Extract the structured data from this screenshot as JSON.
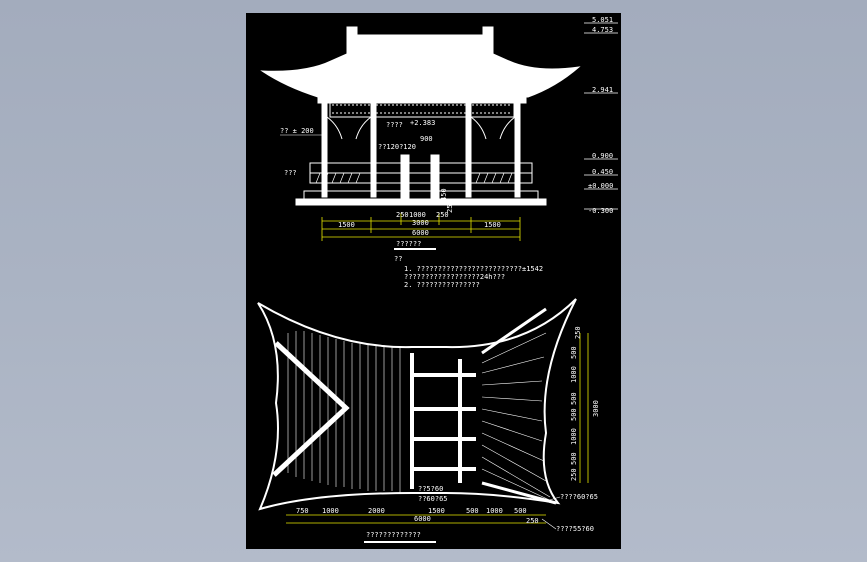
{
  "colors": {
    "background": "#a8b1c1",
    "sheet": "#000000",
    "lines": "#ffffff",
    "dimension_lines": "#e8e800"
  },
  "elevation_levels": [
    "5.051",
    "4.753",
    "2.941",
    "0.900",
    "0.450",
    "±0.000",
    "-0.300"
  ],
  "elevation_labels": {
    "rail_height": "?? ± 200",
    "beam_note": "????",
    "level_2383": "+2.383",
    "dim_900": "900",
    "column_spec": "??120?120",
    "base_label": "???",
    "dim_250_r": "250",
    "dim_450": "450"
  },
  "elevation_dims": {
    "top": [
      "250",
      "1000",
      "250"
    ],
    "mid": [
      "1500",
      "3000",
      "1500"
    ],
    "total": "6000"
  },
  "elevation_title": "??????",
  "notes": {
    "heading": "??",
    "items": [
      "1. ?????????????????????????±1542",
      "   ??????????????????24h???",
      "2. ???????????????"
    ]
  },
  "plan_dims": {
    "right": [
      "250",
      "500",
      "1000",
      "500",
      "500",
      "1000",
      "500",
      "250"
    ],
    "right_total": "3000",
    "bottom": [
      "750",
      "1000",
      "2000",
      "1500",
      "500",
      "1000",
      "500"
    ],
    "bottom_total": "6000",
    "corner": "250"
  },
  "plan_labels": {
    "rafter_a": "??5?60",
    "rafter_b": "??60?65",
    "rafter_c": "????60?65",
    "rafter_d": "????55?60"
  },
  "plan_title": "?????????????"
}
